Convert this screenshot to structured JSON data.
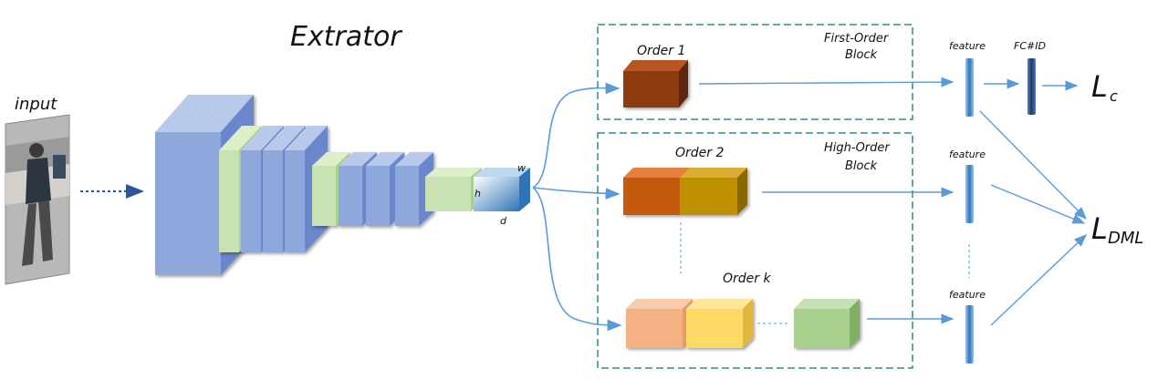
{
  "title": "Extrator",
  "input_label": "input",
  "dims": {
    "w": "w",
    "h": "h",
    "d": "d"
  },
  "blocks": {
    "first": {
      "line1": "First-Order",
      "line2": "Block"
    },
    "high": {
      "line1": "High-Order",
      "line2": "Block"
    }
  },
  "orders": {
    "o1": "Order 1",
    "o2": "Order 2",
    "ok": "Order k"
  },
  "feature_label": "feature",
  "fc_label": "FC#ID",
  "loss_c": {
    "main": "L",
    "sub": "c"
  },
  "loss_dml": {
    "main": "L",
    "sub": "DML"
  },
  "colors": {
    "conv": "#8FA8DC",
    "conv_dark": "#6A86CC",
    "conv_top": "#B9C9EC",
    "pool": "#C9E2B4",
    "arrow": "#5B9BD5",
    "dash_box": "#2E8B8B",
    "order1": "#8B3A0E",
    "order2a": "#C55A11",
    "order2b": "#BF9000",
    "orderka": "#F4B183",
    "orderkb": "#FFD966",
    "orderkc": "#A9D18E"
  }
}
